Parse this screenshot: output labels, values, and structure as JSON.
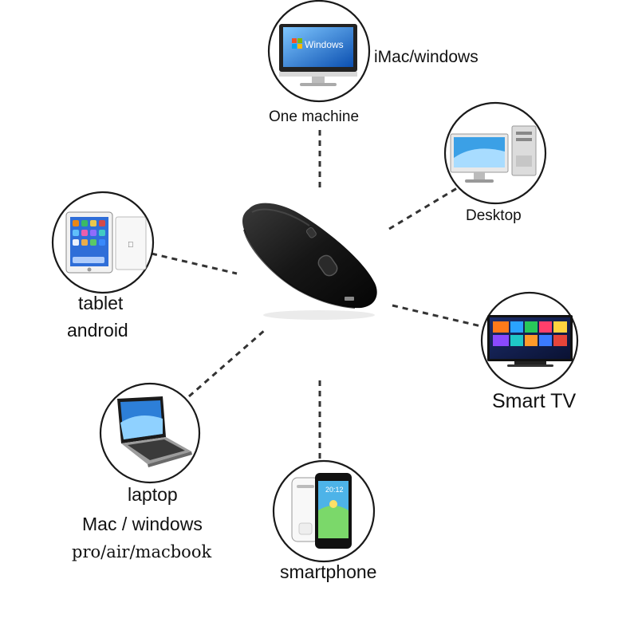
{
  "center": {
    "device": "wireless mouse"
  },
  "nodes": {
    "imac": {
      "icon": "monitor-windows-icon",
      "screen_text": "Windows",
      "lines": [
        "iMac/windows",
        "One machine"
      ]
    },
    "desktop": {
      "icon": "desktop-computer-icon",
      "lines": [
        "Desktop"
      ]
    },
    "tablet": {
      "icon": "tablet-icon",
      "lines": [
        "tablet",
        "android"
      ]
    },
    "smart_tv": {
      "icon": "smart-tv-icon",
      "lines": [
        "Smart TV"
      ]
    },
    "laptop": {
      "icon": "laptop-icon",
      "lines": [
        "laptop",
        "Mac / windows",
        "pro/air/macbook"
      ]
    },
    "smartphone": {
      "icon": "smartphone-icon",
      "screen_text": "20:12",
      "lines": [
        "smartphone"
      ]
    }
  },
  "colors": {
    "circle_stroke": "#1a1a1a",
    "connector": "#333333",
    "windows_blue": "#1f6fd1",
    "mouse_body": "#1b1b1b"
  }
}
